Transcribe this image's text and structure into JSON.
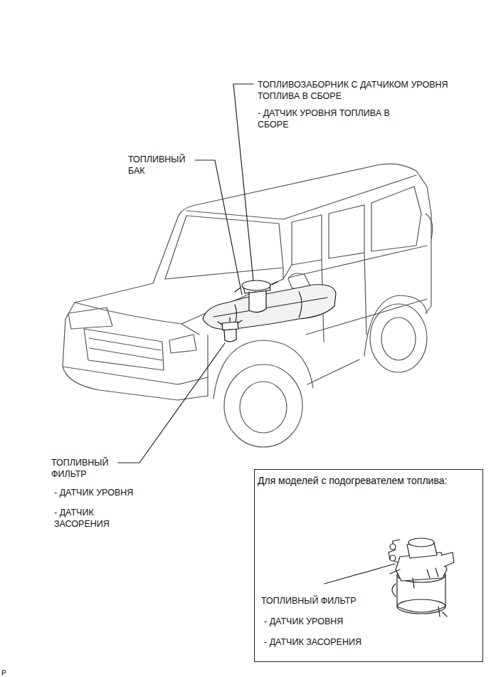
{
  "diagram": {
    "nodes": [
      {
        "text": [
          "Для моделей с подогревателем топлива:",
          "ТОПЛИВНЫЙ ФИЛЬТР",
          "- ДАТЧИК УРОВНЯ",
          "- ДАТЧИК ЗАСОРЕНИЯ"
        ]
      }
    ],
    "labels": [
      "ТОПЛИВОЗАБОРНИК С ДАТЧИКОМ УРОВНЯ ТОПЛИВА В СБОРЕ",
      "- ДАТЧИК УРОВНЯ ТОПЛИВА В СБОРЕ",
      "ТОПЛИВНЫЙ БАК",
      "ТОПЛИВНЫЙ ФИЛЬТР",
      "- ДАТЧИК УРОВНЯ",
      "- ДАТЧИК ЗАСОРЕНИЯ",
      "P"
    ]
  }
}
